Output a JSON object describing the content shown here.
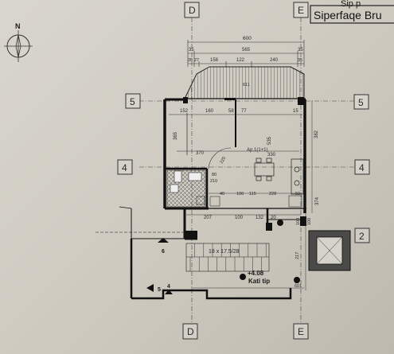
{
  "sheet": {
    "title_top": "Sip p",
    "title_box": "Siperfaqe Bru"
  },
  "compass": {
    "label": "N"
  },
  "axes": {
    "d_top": "D",
    "e_top": "E",
    "d_bottom": "D",
    "e_bottom": "E",
    "five_left": "5",
    "five_right": "5",
    "four_left": "4",
    "four_right": "4",
    "two_right": "2"
  },
  "dimensions": {
    "overall": "600",
    "row2": [
      "35",
      "565",
      "35"
    ],
    "row3": [
      "35",
      "27",
      "158",
      "122",
      "240",
      "35"
    ],
    "inner_top": [
      "152",
      "160",
      "58",
      "77",
      "15"
    ],
    "vert_left": "365",
    "vert_mid": "535",
    "vert_right": "382",
    "vert_right2": "374",
    "balcony": "611",
    "room_width": "370",
    "room_width2": "330",
    "bath_a": "80",
    "bath_b": "210",
    "row_bath": [
      "40",
      "100",
      "115",
      "228",
      "50"
    ],
    "row_lower": [
      "207",
      "100",
      "132",
      "20"
    ],
    "vert_lower": [
      "100",
      "100",
      "217",
      "100"
    ],
    "width_bottom": "601"
  },
  "labels": {
    "apartment": "Ap.1(1+1)",
    "door_angle": "225",
    "stair": "18 x 17.5/28",
    "elevation": "+4.08",
    "floor": "Kati tip",
    "stair_num": "6",
    "arrow_5": "5",
    "arrow_4": "4"
  }
}
